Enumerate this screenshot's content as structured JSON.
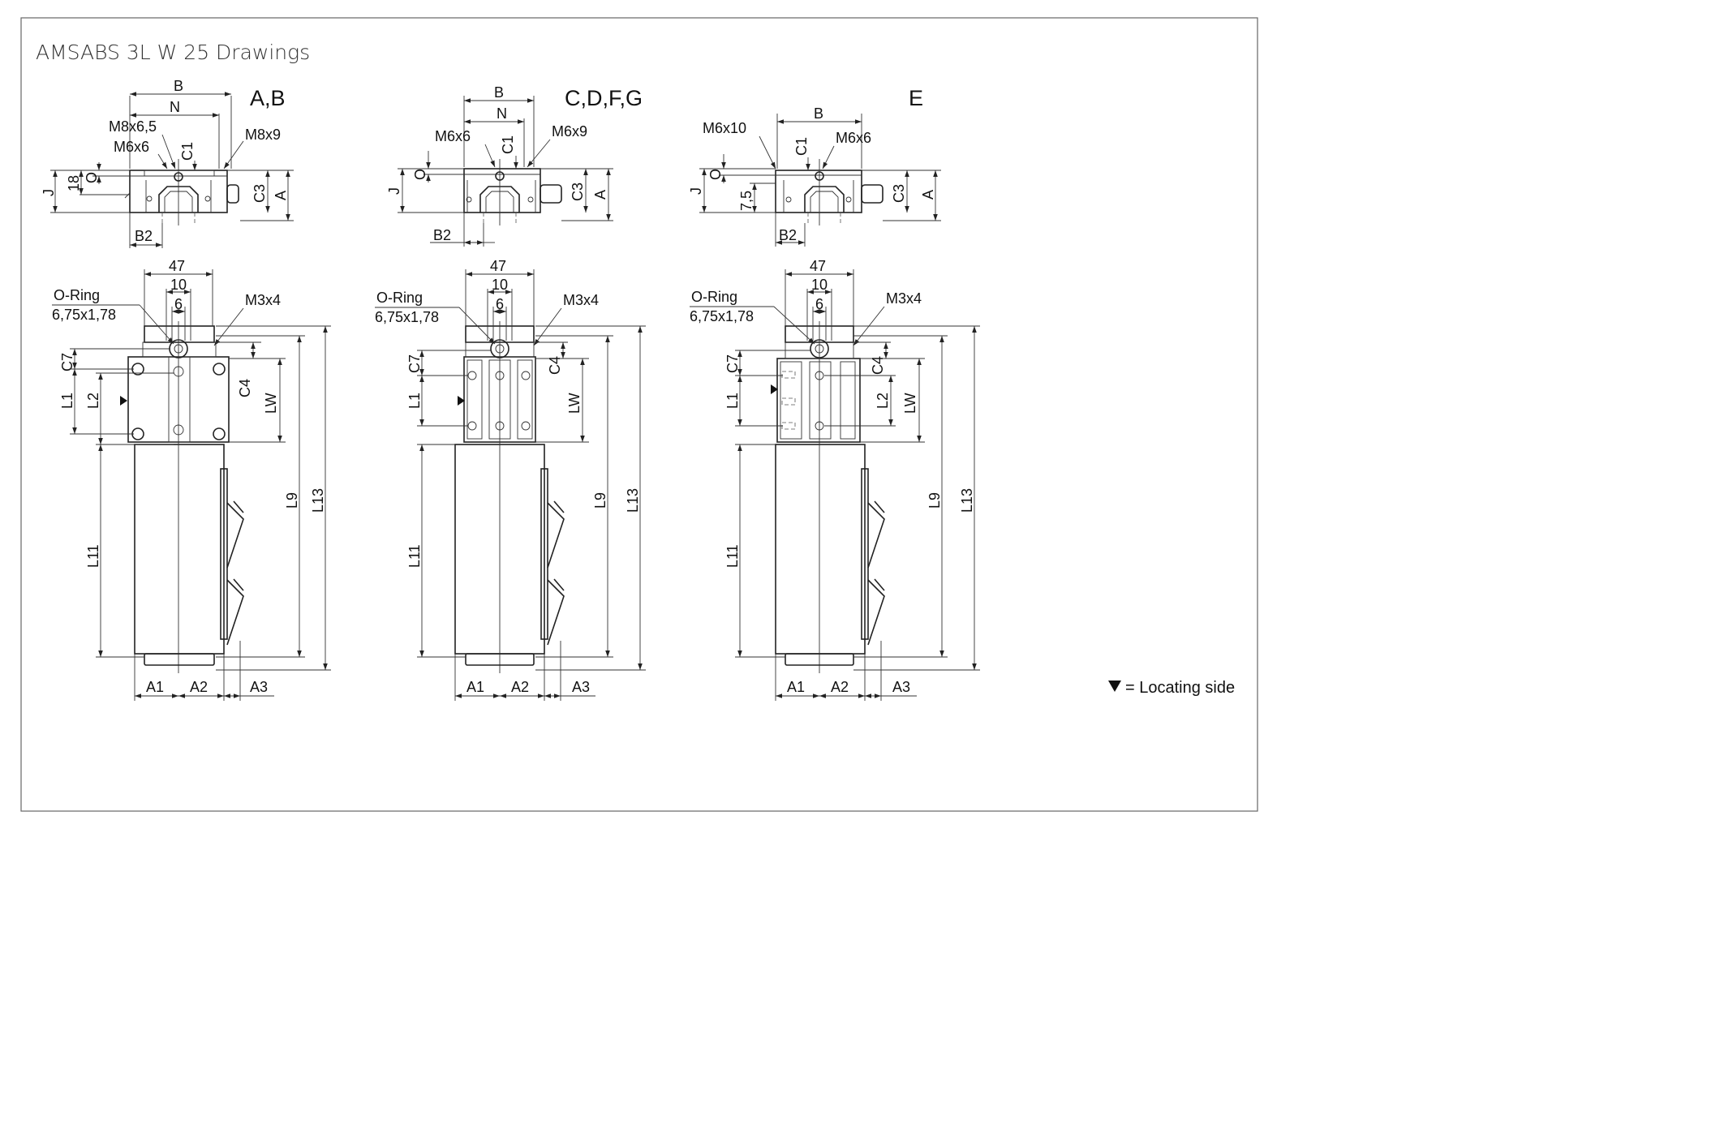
{
  "title": "AMSABS 3L  W 25 Drawings",
  "legend": "= Locating side",
  "views": [
    {
      "label": "A,B",
      "top": {
        "B": "B",
        "N": "N",
        "M8x6_5": "M8x6,5",
        "M6x6": "M6x6",
        "C1": "C1",
        "M8x9": "M8x9",
        "J": "J",
        "h18": "18",
        "O": "O",
        "C3": "C3",
        "A": "A",
        "B2": "B2"
      },
      "plan": {
        "w47": "47",
        "w10": "10",
        "w6": "6",
        "oring1": "O-Ring",
        "oring2": "6,75x1,78",
        "M3x4": "M3x4",
        "C7": "C7",
        "L1": "L1",
        "L2": "L2",
        "C4": "C4",
        "LW": "LW",
        "L9": "L9",
        "L13": "L13",
        "L11": "L11",
        "A1": "A1",
        "A2": "A2",
        "A3": "A3"
      }
    },
    {
      "label": "C,D,F,G",
      "top": {
        "B": "B",
        "N": "N",
        "M6x6": "M6x6",
        "C1": "C1",
        "M6x9": "M6x9",
        "J": "J",
        "O": "O",
        "C3": "C3",
        "A": "A",
        "B2": "B2"
      },
      "plan": {
        "w47": "47",
        "w10": "10",
        "w6": "6",
        "oring1": "O-Ring",
        "oring2": "6,75x1,78",
        "M3x4": "M3x4",
        "C7": "C7",
        "C4": "C4",
        "L1": "L1",
        "LW": "LW",
        "L9": "L9",
        "L13": "L13",
        "L11": "L11",
        "A1": "A1",
        "A2": "A2",
        "A3": "A3"
      }
    },
    {
      "label": "E",
      "top": {
        "B": "B",
        "M6x10": "M6x10",
        "C1": "C1",
        "M6x6": "M6x6",
        "J": "J",
        "O": "O",
        "h75": "7,5",
        "C3": "C3",
        "A": "A",
        "B2": "B2"
      },
      "plan": {
        "w47": "47",
        "w10": "10",
        "w6": "6",
        "oring1": "O-Ring",
        "oring2": "6,75x1,78",
        "M3x4": "M3x4",
        "C7": "C7",
        "C4": "C4",
        "L1": "L1",
        "L2": "L2",
        "LW": "LW",
        "L9": "L9",
        "L13": "L13",
        "L11": "L11",
        "A1": "A1",
        "A2": "A2",
        "A3": "A3"
      }
    }
  ]
}
